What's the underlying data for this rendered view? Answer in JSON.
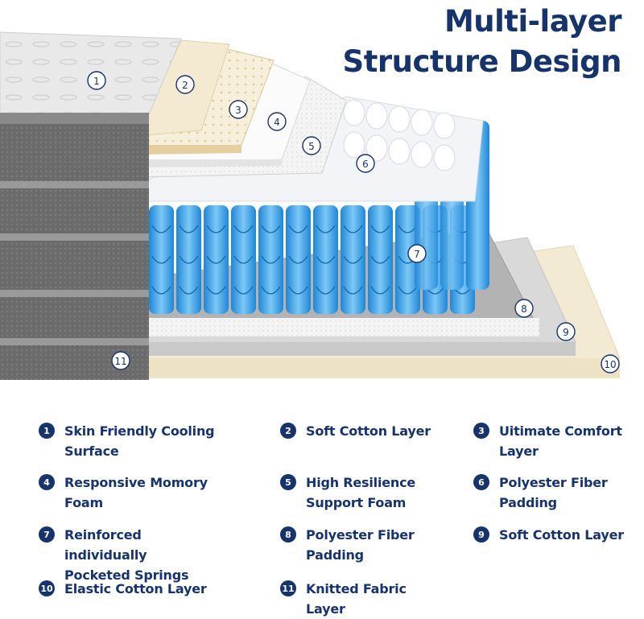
{
  "title": {
    "line1": "Multi-layer",
    "line2": "Structure Design"
  },
  "colors": {
    "navy": "#17336b",
    "spring_blue": "#3aa6ec",
    "cream": "#f3ead3",
    "gray_fabric": "#6e6e6e"
  },
  "callouts": [
    "1",
    "2",
    "3",
    "4",
    "5",
    "6",
    "7",
    "8",
    "9",
    "10",
    "11"
  ],
  "legend": [
    {
      "num": "1",
      "text": "Skin Friendly Cooling Surface"
    },
    {
      "num": "2",
      "text": "Soft Cotton Layer"
    },
    {
      "num": "3",
      "text": "Uitimate Comfort Layer"
    },
    {
      "num": "4",
      "text": "Responsive Momory Foam"
    },
    {
      "num": "5",
      "text": "High Resilience Support Foam"
    },
    {
      "num": "6",
      "text": "Polyester Fiber Padding"
    },
    {
      "num": "7",
      "text": "Reinforced individually Pocketed Springs"
    },
    {
      "num": "8",
      "text": "Polyester Fiber Padding"
    },
    {
      "num": "9",
      "text": "Soft Cotton Layer"
    },
    {
      "num": "10",
      "text": "Elastic Cotton Layer"
    },
    {
      "num": "11",
      "text": "Knitted Fabric Layer"
    }
  ]
}
